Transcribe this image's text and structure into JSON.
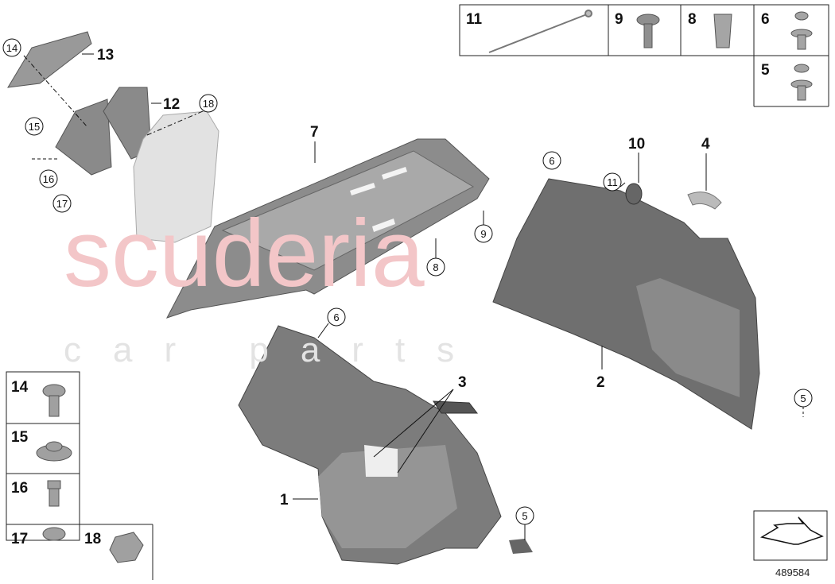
{
  "watermark": {
    "main": "scuderia",
    "sub": "car parts"
  },
  "diagram_id": "489584",
  "top_table": {
    "cells": [
      "11",
      "9",
      "8",
      "6",
      "5"
    ]
  },
  "left_table": {
    "cells": [
      "14",
      "15",
      "16",
      "17",
      "18"
    ]
  },
  "labels": {
    "p1": "1",
    "p2": "2",
    "p3": "3",
    "p4": "4",
    "p7": "7",
    "p10": "10",
    "p12": "12",
    "p13": "13"
  },
  "callouts": {
    "c14": "14",
    "c15": "15",
    "c16": "16",
    "c17": "17",
    "c18": "18",
    "c6a": "6",
    "c11": "11",
    "c9": "9",
    "c8": "8",
    "c6b": "6",
    "c5a": "5",
    "c5b": "5"
  }
}
